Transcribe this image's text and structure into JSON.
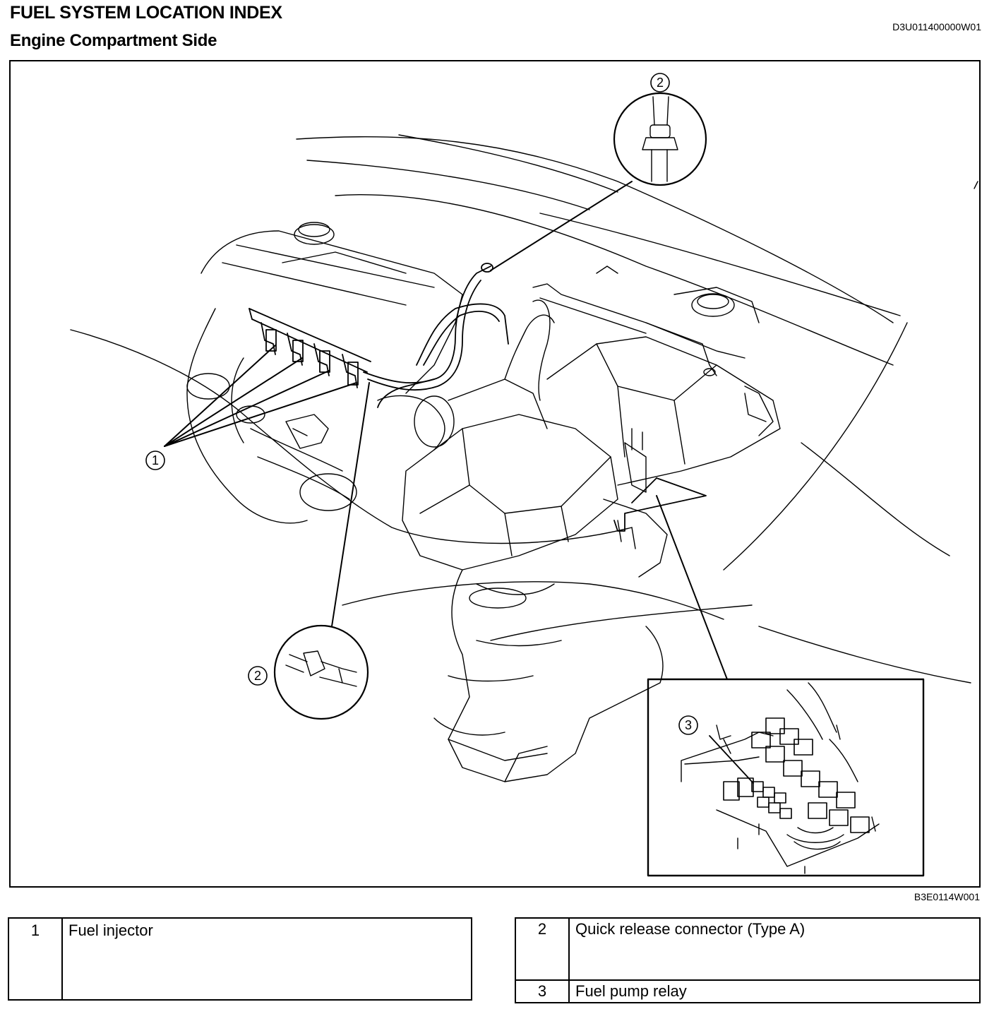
{
  "header": {
    "title": "FUEL SYSTEM LOCATION INDEX",
    "subtitle": "Engine Compartment Side",
    "doc_id": "D3U011400000W01"
  },
  "figure": {
    "figure_id": "B3E0114W001",
    "callouts": {
      "injector": "1",
      "connector_top": "2",
      "connector_bottom": "2",
      "relay": "3"
    }
  },
  "legend": {
    "left": [
      {
        "num": "1",
        "label": "Fuel injector"
      }
    ],
    "right": [
      {
        "num": "2",
        "label": "Quick release connector (Type A)"
      },
      {
        "num": "3",
        "label": "Fuel pump relay"
      }
    ]
  }
}
